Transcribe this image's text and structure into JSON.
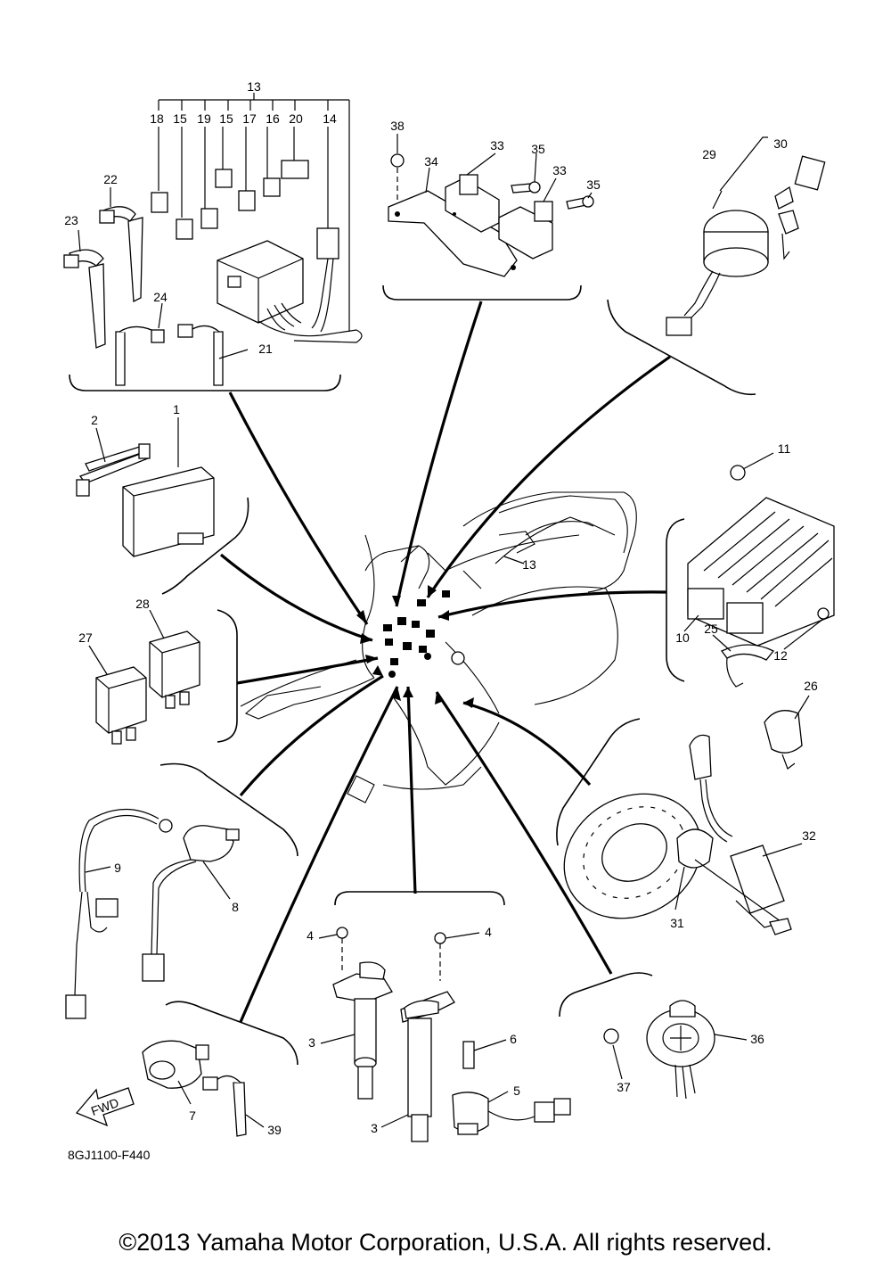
{
  "copyright": "©2013 Yamaha Motor Corporation, U.S.A. All rights reserved.",
  "diagram_code": "8GJ1100-F440",
  "fwd_label": "FWD",
  "callouts": {
    "c1": "1",
    "c2": "2",
    "c3a": "3",
    "c3b": "3",
    "c4a": "4",
    "c4b": "4",
    "c5": "5",
    "c6": "6",
    "c7": "7",
    "c8": "8",
    "c9": "9",
    "c10": "10",
    "c11": "11",
    "c12": "12",
    "c13": "13",
    "c13b": "13",
    "c14": "14",
    "c15a": "15",
    "c15b": "15",
    "c16": "16",
    "c17": "17",
    "c18": "18",
    "c19": "19",
    "c20": "20",
    "c21": "21",
    "c22": "22",
    "c23": "23",
    "c24": "24",
    "c25": "25",
    "c26": "26",
    "c27": "27",
    "c28": "28",
    "c29": "29",
    "c30": "30",
    "c31": "31",
    "c32": "32",
    "c33a": "33",
    "c33b": "33",
    "c34": "34",
    "c35a": "35",
    "c35b": "35",
    "c36": "36",
    "c37": "37",
    "c38": "38",
    "c39": "39"
  }
}
